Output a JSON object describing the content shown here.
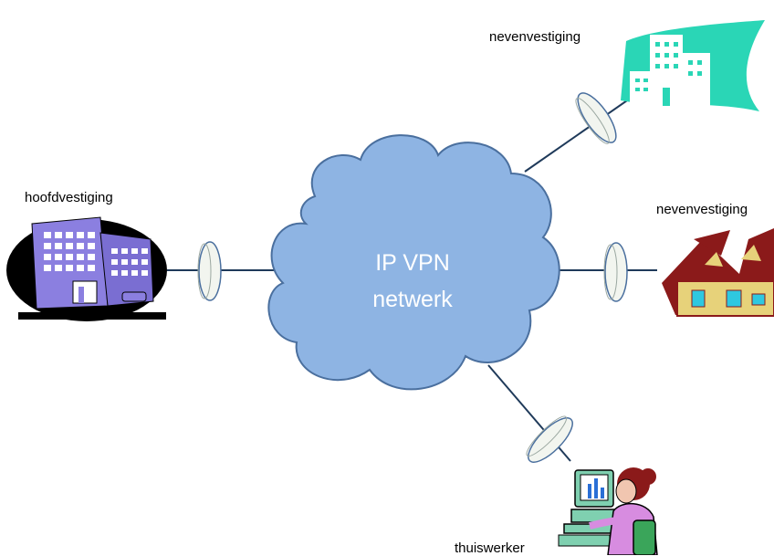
{
  "cloud": {
    "line1": "IP VPN",
    "line2": "netwerk"
  },
  "nodes": {
    "hq": {
      "label": "hoofdvestiging",
      "icon": "office-building-icon"
    },
    "branch_top": {
      "label": "nevenvestiging",
      "icon": "office-tower-icon"
    },
    "branch_right": {
      "label": "nevenvestiging",
      "icon": "house-icon"
    },
    "remote": {
      "label": "thuiswerker",
      "icon": "person-at-computer-icon"
    }
  },
  "colors": {
    "cloud_fill": "#8eb4e3",
    "cloud_stroke": "#4a6f9e",
    "link_line": "#1f3a5a",
    "vpn_disc": "#f2f5ef",
    "hq_building": "#8b7fe0",
    "tower": "#2ad6b6",
    "house_roof": "#8b1a1a",
    "house_wall": "#e7d27a"
  }
}
